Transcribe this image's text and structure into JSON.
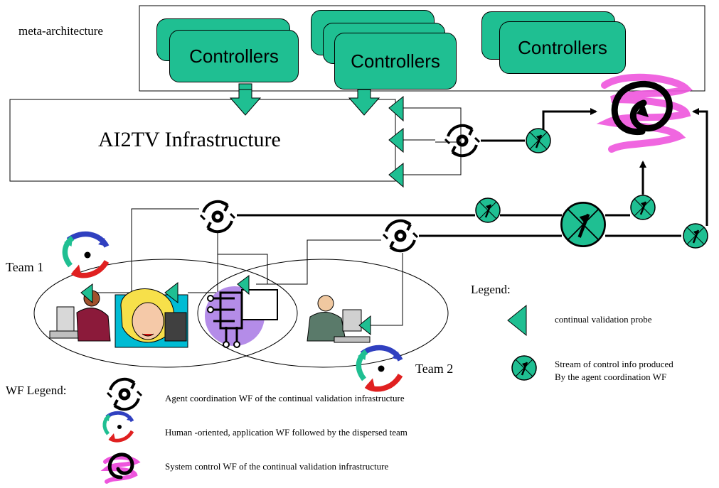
{
  "meta_label": "meta-architecture",
  "controllers": [
    "Controllers",
    "Controllers",
    "Controllers"
  ],
  "infrastructure_title": "AI2TV Infrastructure",
  "team1_label": "Team 1",
  "team2_label": "Team 2",
  "legend": {
    "title": "Legend:",
    "probe_text": "continual validation probe",
    "stream_line1": "Stream of control info produced",
    "stream_line2": "By the agent coordination WF"
  },
  "wf_legend": {
    "title": "WF Legend:",
    "agent_text": "Agent coordination WF of the continual validation infrastructure",
    "human_text": "Human -oriented, application WF followed by the dispersed team",
    "system_text": "System control WF of the continual validation infrastructure"
  },
  "colors": {
    "teal": "#1fbf92",
    "magenta": "#ee55dd",
    "purple": "#a070f0",
    "blue": "#3040c0",
    "red": "#e02020"
  }
}
